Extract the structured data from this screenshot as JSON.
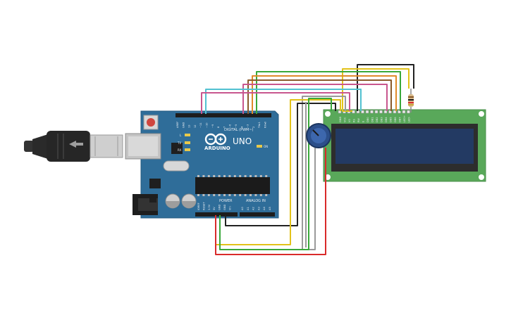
{
  "arduino": {
    "brand": "ARDUINO",
    "model": "UNO",
    "on_label": "ON",
    "tx_label": "TX",
    "rx_label": "RX",
    "l_label": "L",
    "digital_header_label": "DIGITAL (PWM~)",
    "power_header_label": "POWER",
    "analog_header_label": "ANALOG IN",
    "digital_pins": [
      "AREF",
      "GND",
      "13",
      "12",
      "~11",
      "~10",
      "~9",
      "8",
      "7",
      "~6",
      "~5",
      "4",
      "~3",
      "2",
      "TX▸1",
      "RX◂0"
    ],
    "power_pins": [
      "IOREF",
      "RESET",
      "3.3V",
      "5V",
      "GND",
      "GND",
      "Vin"
    ],
    "analog_pins": [
      "A0",
      "A1",
      "A2",
      "A3",
      "A4",
      "A5"
    ]
  },
  "lcd": {
    "pin_labels": [
      "GND",
      "VCC",
      "V0",
      "RS",
      "RW",
      "E",
      "DB0",
      "DB1",
      "DB2",
      "DB3",
      "DB4",
      "DB5",
      "DB6",
      "DB7",
      "LED+",
      "LED-"
    ]
  },
  "colors": {
    "board": "#2f6d99",
    "lcd_pcb": "#59a85a",
    "lcd_screen": "#233a63",
    "wire_red": "#d92a2a",
    "wire_black": "#222222",
    "wire_yellow": "#e2c21a",
    "wire_green": "#39a83a",
    "wire_cyan": "#52c1d1",
    "wire_pink": "#c8568e",
    "wire_orange": "#e08a2a",
    "wire_brown": "#8a5a2b",
    "wire_gray": "#9a9a9a"
  }
}
